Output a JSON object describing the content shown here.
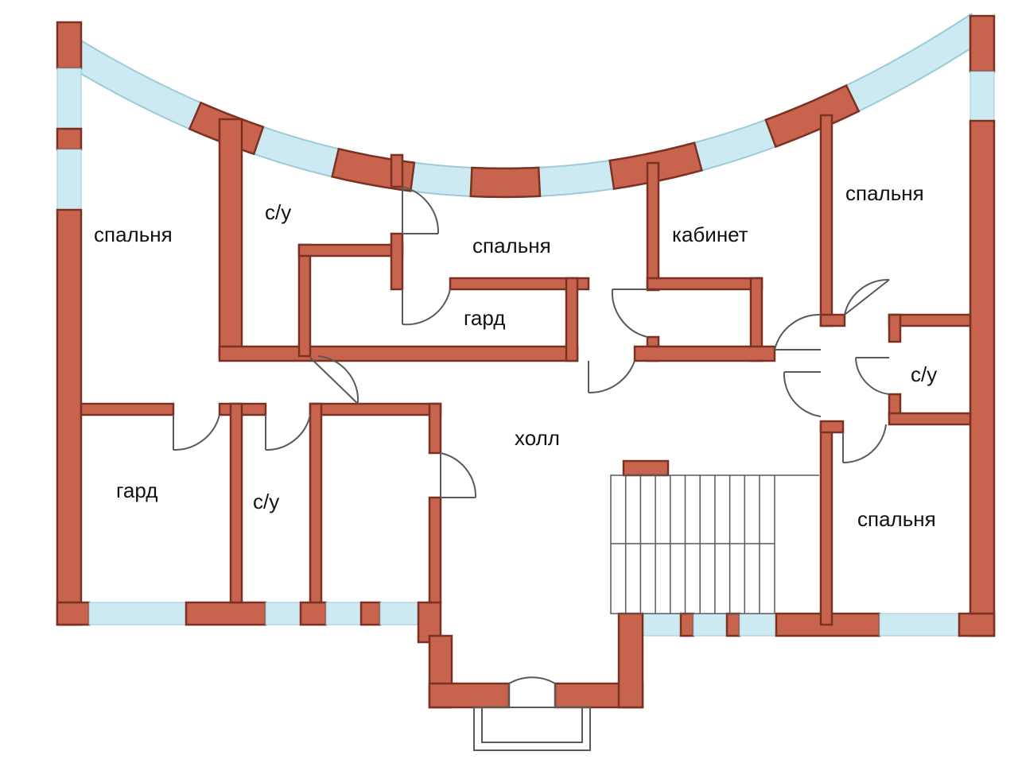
{
  "colors": {
    "wall": "#c8634d",
    "wall_edge": "#7a3222",
    "glass": "#cdeaf2",
    "ink": "#5a5a5a",
    "background": "#ffffff"
  },
  "rooms": {
    "bedroom_west": "спальня",
    "bathroom_north": "с/у",
    "bedroom_center": "спальня",
    "wardrobe_center": "гард",
    "study": "кабинет",
    "bedroom_northeast": "спальня",
    "bathroom_east": "с/у",
    "hall": "холл",
    "wardrobe_southwest": "гард",
    "bathroom_south": "с/у",
    "bedroom_southeast": "спальня"
  }
}
